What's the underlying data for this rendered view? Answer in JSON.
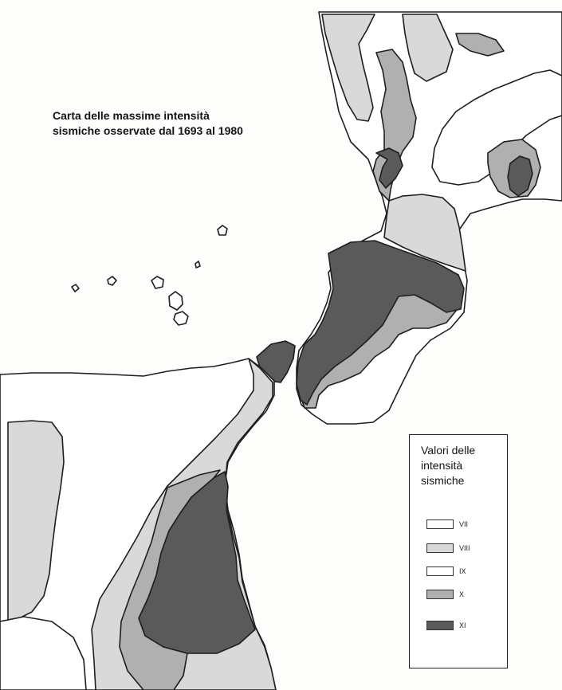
{
  "map": {
    "title_lines": [
      "Carta delle massime intensità",
      "sismiche osservate dal 1693 al 1980"
    ]
  },
  "legend": {
    "title_lines": [
      "Valori delle",
      "intensità",
      "sismiche"
    ],
    "items": [
      {
        "label": "VII",
        "color": "#ffffff"
      },
      {
        "label": "VIII",
        "color": "#d9d9d9"
      },
      {
        "label": "IX",
        "color": "#ffffff"
      },
      {
        "label": "X",
        "color": "#b0b0b0"
      },
      {
        "label": "XI",
        "color": "#5a5a5a"
      }
    ]
  },
  "colors": {
    "sea": "#fdfdfc",
    "outline": "#1e1e1e",
    "intensity_VII": "#ffffff",
    "intensity_VIII": "#d9d9d9",
    "intensity_IX": "#ffffff",
    "intensity_X": "#b0b0b0",
    "intensity_XI": "#5a5a5a"
  }
}
